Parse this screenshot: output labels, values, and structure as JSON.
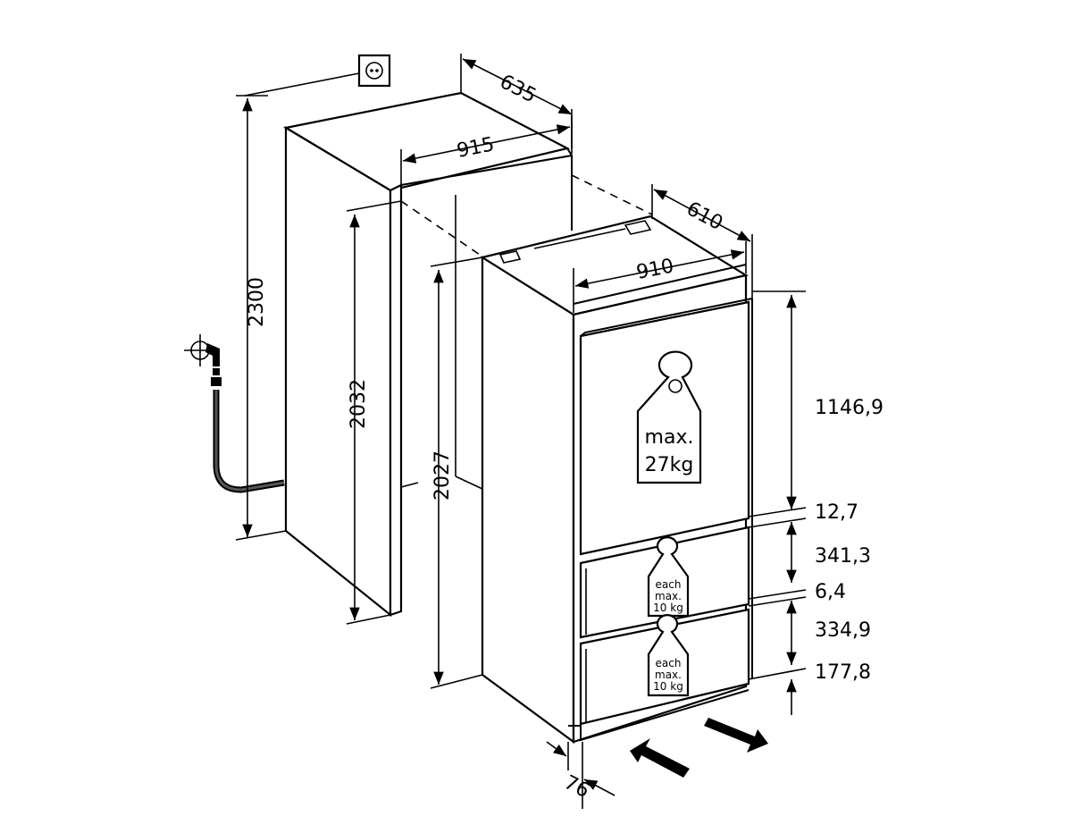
{
  "diagram": {
    "niche": {
      "depth": "635",
      "width": "915",
      "total_height": "2300",
      "opening_height": "2032"
    },
    "appliance": {
      "depth": "610",
      "width": "910",
      "height": "2027",
      "door_offset": "76"
    },
    "right_dims": {
      "upper_door": "1146,9",
      "gap_1": "12,7",
      "drawer_1": "341,3",
      "gap_2": "6,4",
      "drawer_2": "334,9",
      "plinth": "177,8"
    },
    "loads": {
      "upper": {
        "line1": "max.",
        "line2": "27kg"
      },
      "drawer_1": {
        "line1": "each",
        "line2": "max.",
        "line3": "10 kg"
      },
      "drawer_2": {
        "line1": "each",
        "line2": "max.",
        "line3": "10 kg"
      }
    }
  }
}
